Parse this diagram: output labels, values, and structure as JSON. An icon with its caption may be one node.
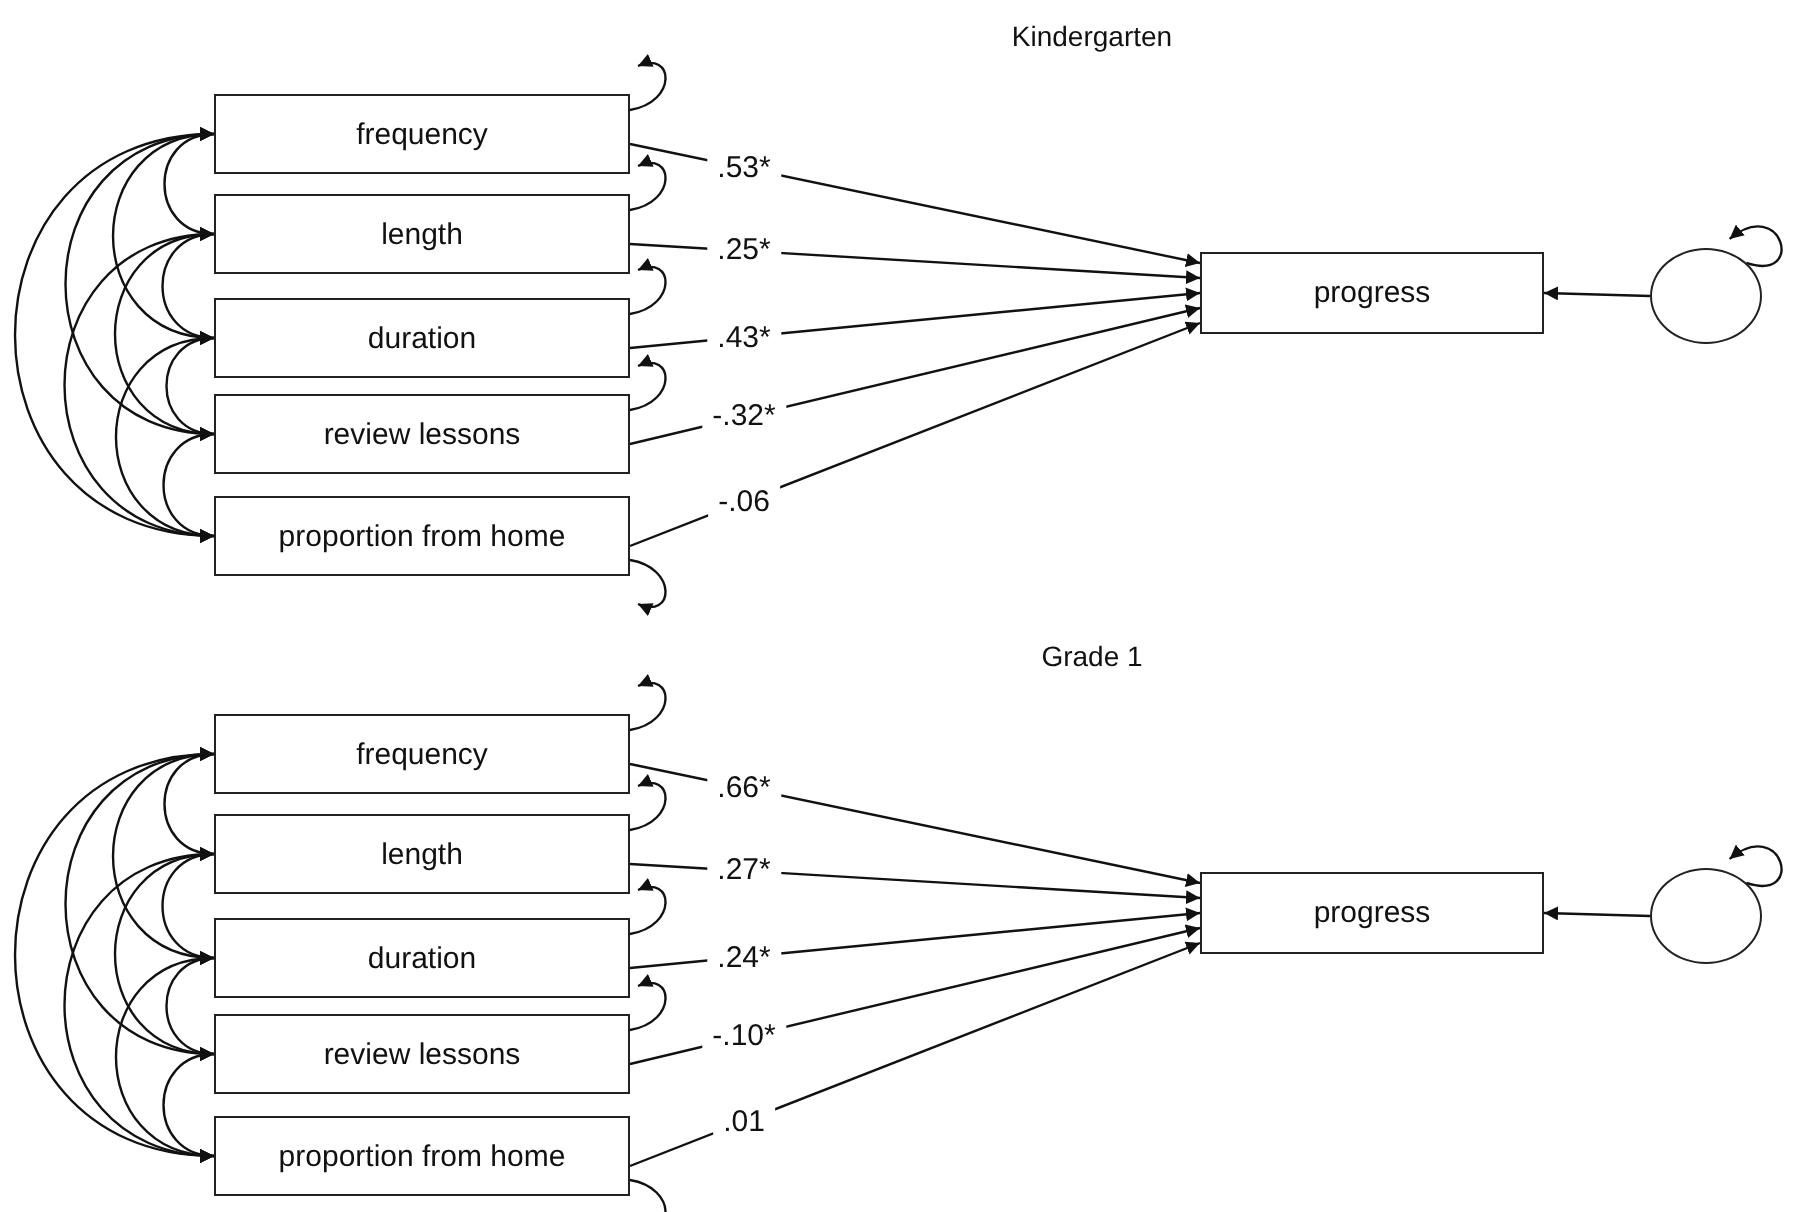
{
  "diagram": {
    "nodes": [
      {
        "text": [
          "frequency"
        ]
      },
      {
        "text": [
          "length"
        ]
      },
      {
        "text": [
          "duration"
        ]
      },
      {
        "text": [
          "review lessons"
        ]
      },
      {
        "text": [
          "proportion from home"
        ]
      },
      {
        "text": [
          "progress"
        ]
      },
      {
        "text": [],
        "shape": "circle"
      },
      {
        "text": [
          "frequency"
        ]
      },
      {
        "text": [
          "length"
        ]
      },
      {
        "text": [
          "duration"
        ]
      },
      {
        "text": [
          "review lessons"
        ]
      },
      {
        "text": [
          "proportion from home"
        ]
      },
      {
        "text": [
          "progress"
        ]
      },
      {
        "text": [],
        "shape": "circle"
      }
    ],
    "edges": [
      {
        "from": 0,
        "to": 5,
        "arrow": "to",
        "label": ".53*"
      },
      {
        "from": 1,
        "to": 5,
        "arrow": "to",
        "label": ".25*"
      },
      {
        "from": 2,
        "to": 5,
        "arrow": "to",
        "label": ".43*"
      },
      {
        "from": 3,
        "to": 5,
        "arrow": "to",
        "label": "-.32*"
      },
      {
        "from": 4,
        "to": 5,
        "arrow": "to",
        "label": "-.06"
      },
      {
        "from": 6,
        "to": 5,
        "arrow": "to"
      },
      {
        "from": 0,
        "to": 1,
        "arrow": "both"
      },
      {
        "from": 0,
        "to": 2,
        "arrow": "both"
      },
      {
        "from": 0,
        "to": 3,
        "arrow": "both"
      },
      {
        "from": 0,
        "to": 4,
        "arrow": "both"
      },
      {
        "from": 1,
        "to": 2,
        "arrow": "both"
      },
      {
        "from": 1,
        "to": 3,
        "arrow": "both"
      },
      {
        "from": 1,
        "to": 4,
        "arrow": "both"
      },
      {
        "from": 2,
        "to": 3,
        "arrow": "both"
      },
      {
        "from": 2,
        "to": 4,
        "arrow": "both"
      },
      {
        "from": 3,
        "to": 4,
        "arrow": "both"
      },
      {
        "from": 0,
        "to": 0,
        "arrow": "to"
      },
      {
        "from": 1,
        "to": 1,
        "arrow": "to"
      },
      {
        "from": 2,
        "to": 2,
        "arrow": "to"
      },
      {
        "from": 3,
        "to": 3,
        "arrow": "to"
      },
      {
        "from": 4,
        "to": 4,
        "arrow": "to"
      },
      {
        "from": 6,
        "to": 6,
        "arrow": "to"
      },
      {
        "from": 7,
        "to": 12,
        "arrow": "to",
        "label": ".66*"
      },
      {
        "from": 8,
        "to": 12,
        "arrow": "to",
        "label": ".27*"
      },
      {
        "from": 9,
        "to": 12,
        "arrow": "to",
        "label": ".24*"
      },
      {
        "from": 10,
        "to": 12,
        "arrow": "to",
        "label": "-.10*"
      },
      {
        "from": 11,
        "to": 12,
        "arrow": "to",
        "label": ".01"
      },
      {
        "from": 13,
        "to": 12,
        "arrow": "to"
      },
      {
        "from": 7,
        "to": 8,
        "arrow": "both"
      },
      {
        "from": 7,
        "to": 9,
        "arrow": "both"
      },
      {
        "from": 7,
        "to": 10,
        "arrow": "both"
      },
      {
        "from": 7,
        "to": 11,
        "arrow": "both"
      },
      {
        "from": 8,
        "to": 9,
        "arrow": "both"
      },
      {
        "from": 8,
        "to": 10,
        "arrow": "both"
      },
      {
        "from": 8,
        "to": 11,
        "arrow": "both"
      },
      {
        "from": 9,
        "to": 10,
        "arrow": "both"
      },
      {
        "from": 9,
        "to": 11,
        "arrow": "both"
      },
      {
        "from": 10,
        "to": 11,
        "arrow": "both"
      },
      {
        "from": 7,
        "to": 7,
        "arrow": "to"
      },
      {
        "from": 8,
        "to": 8,
        "arrow": "to"
      },
      {
        "from": 9,
        "to": 9,
        "arrow": "to"
      },
      {
        "from": 10,
        "to": 10,
        "arrow": "to"
      },
      {
        "from": 11,
        "to": 11,
        "arrow": "to"
      },
      {
        "from": 13,
        "to": 13,
        "arrow": "to"
      }
    ],
    "labels": [
      "Kindergarten",
      "Grade 1"
    ]
  }
}
